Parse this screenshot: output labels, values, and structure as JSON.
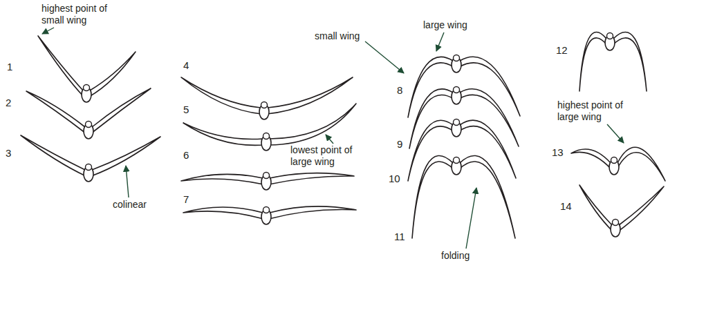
{
  "diagram": {
    "labels": [
      "highest point of small wing",
      "small wing",
      "large wing",
      "1",
      "4",
      "8",
      "12",
      "2",
      "5",
      "9",
      "highest point of large wing",
      "lowest point of large wing",
      "3",
      "6",
      "10",
      "13",
      "7",
      "14",
      "11",
      "colinear",
      "folding"
    ]
  }
}
